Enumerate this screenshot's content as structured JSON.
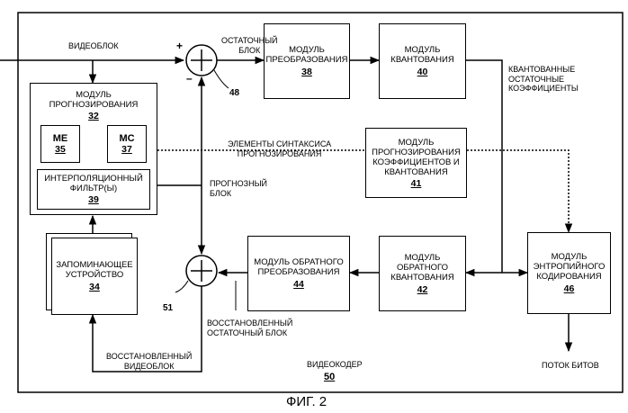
{
  "blocks": {
    "transform": {
      "label": "МОДУЛЬ\nПРЕОБРАЗОВАНИЯ",
      "num": "38"
    },
    "quantization": {
      "label": "МОДУЛЬ\nКВАНТОВАНИЯ",
      "num": "40"
    },
    "prediction": {
      "label": "МОДУЛЬ\nПРОГНОЗИРОВАНИЯ",
      "num": "32"
    },
    "me": {
      "label": "ME",
      "num": "35"
    },
    "mc": {
      "label": "MC",
      "num": "37"
    },
    "interp": {
      "label": "ИНТЕРПОЛЯЦИОННЫЙ\nФИЛЬТР(Ы)",
      "num": "39"
    },
    "coef_prediction": {
      "label": "МОДУЛЬ\nПРОГНОЗИРОВАНИЯ\nКОЭФФИЦИЕНТОВ И\nКВАНТОВАНИЯ",
      "num": "41"
    },
    "memory": {
      "label": "ЗАПОМИНАЮЩЕЕ\nУСТРОЙСТВО",
      "num": "34"
    },
    "inv_transform": {
      "label": "МОДУЛЬ ОБРАТНОГО\nПРЕОБРАЗОВАНИЯ",
      "num": "44"
    },
    "inv_quant": {
      "label": "МОДУЛЬ\nОБРАТНОГО\nКВАНТОВАНИЯ",
      "num": "42"
    },
    "entropy": {
      "label": "МОДУЛЬ\nЭНТРОПИЙНОГО\nКОДИРОВАНИЯ",
      "num": "46"
    }
  },
  "labels": {
    "video_block": "ВИДЕОБЛОК",
    "residual_block": "ОСТАТОЧНЫЙ\nБЛОК",
    "quantized_coeffs": "КВАНТОВАННЫЕ\nОСТАТОЧНЫЕ\nКОЭФФИЦИЕНТЫ",
    "syntax_elements": "ЭЛЕМЕНТЫ СИНТАКСИСА\nПРОГНОЗИРОВАНИЯ",
    "predicted_block": "ПРОГНОЗНЫЙ\nБЛОК",
    "recon_residual": "ВОССТАНОВЛЕННЫЙ\nОСТАТОЧНЫЙ БЛОК",
    "recon_video": "ВОССТАНОВЛЕННЫЙ\nВИДЕОБЛОК",
    "bitstream": "ПОТОК БИТОВ",
    "encoder": "ВИДЕОКОДЕР",
    "encoder_num": "50",
    "plus_top": "+",
    "minus_top": "–",
    "ref_48": "48",
    "ref_51": "51",
    "figure": "ФИГ. 2"
  }
}
